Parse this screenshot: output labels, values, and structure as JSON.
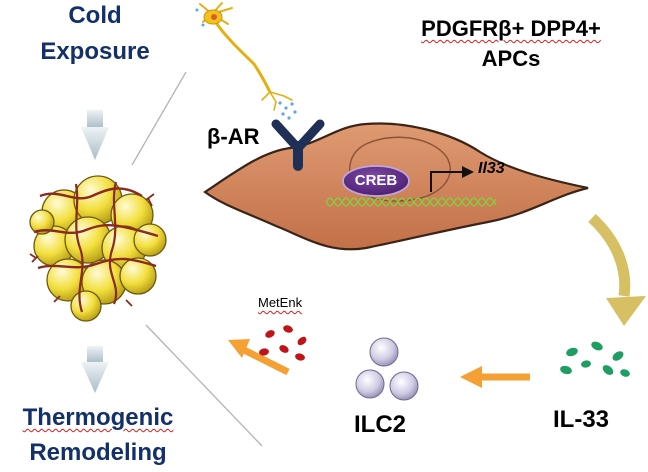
{
  "labels": {
    "cold_exposure_line1": "Cold",
    "cold_exposure_line2": "Exposure",
    "thermogenic_line1": "Thermogenic",
    "thermogenic_line2": "Remodeling",
    "apc_line1": "PDGFRβ+ DPP4+",
    "apc_line2": "APCs",
    "beta_ar": "β-AR",
    "creb": "CREB",
    "il33_gene": "Il33",
    "metenk": "MetEnk",
    "ilc2": "ILC2",
    "il33_protein": "IL-33"
  },
  "colors": {
    "navy_text": "#13306b",
    "cell_body": "#d2875f",
    "cell_outline": "#3a2418",
    "creb_fill": "#5e2d86",
    "receptor": "#1f2f56",
    "neuron": "#e8b817",
    "dna": "#8cc63f",
    "il33_dots": "#1e9e63",
    "metenk_dots": "#c0141b",
    "ilc2_cells": "#c9c6df",
    "orange_arrow": "#f5a035",
    "gold_arrow": "#d7bf63",
    "gray_arrow": "#b7c6cf",
    "adipocyte": "#f2df3c"
  },
  "icons": {
    "neuron": "neuron-icon",
    "adipose": "adipose-tissue-icon",
    "receptor": "beta-ar-receptor-icon",
    "cell": "progenitor-cell-icon"
  }
}
